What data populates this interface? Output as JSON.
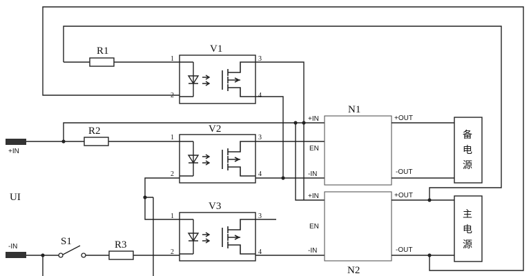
{
  "labels": {
    "ui": "UI",
    "plus_in": "+IN",
    "minus_in": "-IN",
    "s1": "S1"
  },
  "resistors": {
    "r1": "R1",
    "r2": "R2",
    "r3": "R3"
  },
  "optocouplers": {
    "v1": {
      "name": "V1",
      "pin1": "1",
      "pin2": "2",
      "pin3": "3",
      "pin4": "4"
    },
    "v2": {
      "name": "V2",
      "pin1": "1",
      "pin2": "2",
      "pin3": "3",
      "pin4": "4"
    },
    "v3": {
      "name": "V3",
      "pin1": "1",
      "pin2": "2",
      "pin3": "3",
      "pin4": "4"
    }
  },
  "modules": {
    "n1": {
      "name": "N1",
      "plus_in": "+IN",
      "en": "EN",
      "minus_in": "-IN",
      "plus_out": "+OUT",
      "minus_out": "-OUT"
    },
    "n2": {
      "name": "N2",
      "plus_in": "+IN",
      "en": "EN",
      "minus_in": "-IN",
      "plus_out": "+OUT",
      "minus_out": "-OUT"
    }
  },
  "sources": {
    "backup": [
      "备",
      "电",
      "源"
    ],
    "main": [
      "主",
      "电",
      "源"
    ]
  },
  "colors": {
    "wire": "#222222",
    "background": "#ffffff"
  }
}
